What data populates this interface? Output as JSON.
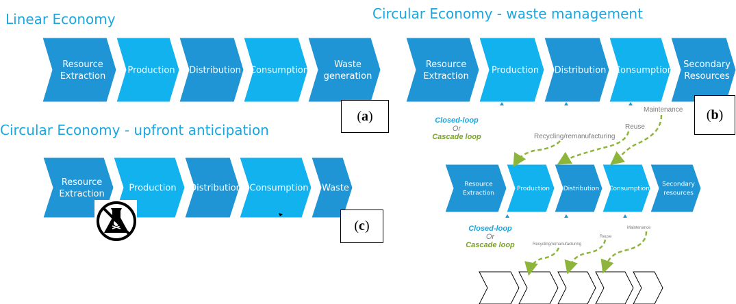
{
  "panel_a": {
    "title": "Linear Economy",
    "stages": [
      [
        "Resource",
        "Extraction"
      ],
      [
        "Production"
      ],
      [
        "Distribution"
      ],
      [
        "Consumption"
      ],
      [
        "Waste",
        "generation"
      ]
    ],
    "label_open": "(",
    "label_letter": "a",
    "label_close": ")"
  },
  "panel_b": {
    "title": "Circular Economy -  waste management",
    "stages": [
      [
        "Resource",
        "Extraction"
      ],
      [
        "Production"
      ],
      [
        "Distribution"
      ],
      [
        "Consumption"
      ],
      [
        "Secondary",
        "Resources"
      ]
    ],
    "stages_row2": [
      [
        "Resource",
        "Extraction"
      ],
      [
        "Production"
      ],
      [
        "Distribution"
      ],
      [
        "Consumption"
      ],
      [
        "Secondary",
        "resources"
      ]
    ],
    "loop_labels": [
      "Maintenance",
      "Reuse",
      "Recycling/remanufacturing"
    ],
    "closed_loop": "Closed-loop",
    "or": "Or",
    "cascade_loop": "Cascade loop",
    "label_open": "(",
    "label_letter": "b",
    "label_close": ")"
  },
  "panel_c": {
    "title": "Circular Economy -  upfront anticipation",
    "stages": [
      [
        "Resource",
        "Extraction"
      ],
      [
        "Production"
      ],
      [
        "Distribution"
      ],
      [
        "Consumption"
      ],
      [
        "Waste"
      ]
    ],
    "label_open": "(",
    "label_letter": "c",
    "label_close": ")"
  },
  "colors": {
    "dark_blue": "#1f95d6",
    "light_blue": "#12b2ef",
    "title_blue": "#1aa7e0",
    "loop_blue": "#1aa7e0",
    "loop_green": "#7aa22a",
    "arrow_green": "#8db53c"
  },
  "icons": [
    "no-hazardous-substance-icon"
  ]
}
